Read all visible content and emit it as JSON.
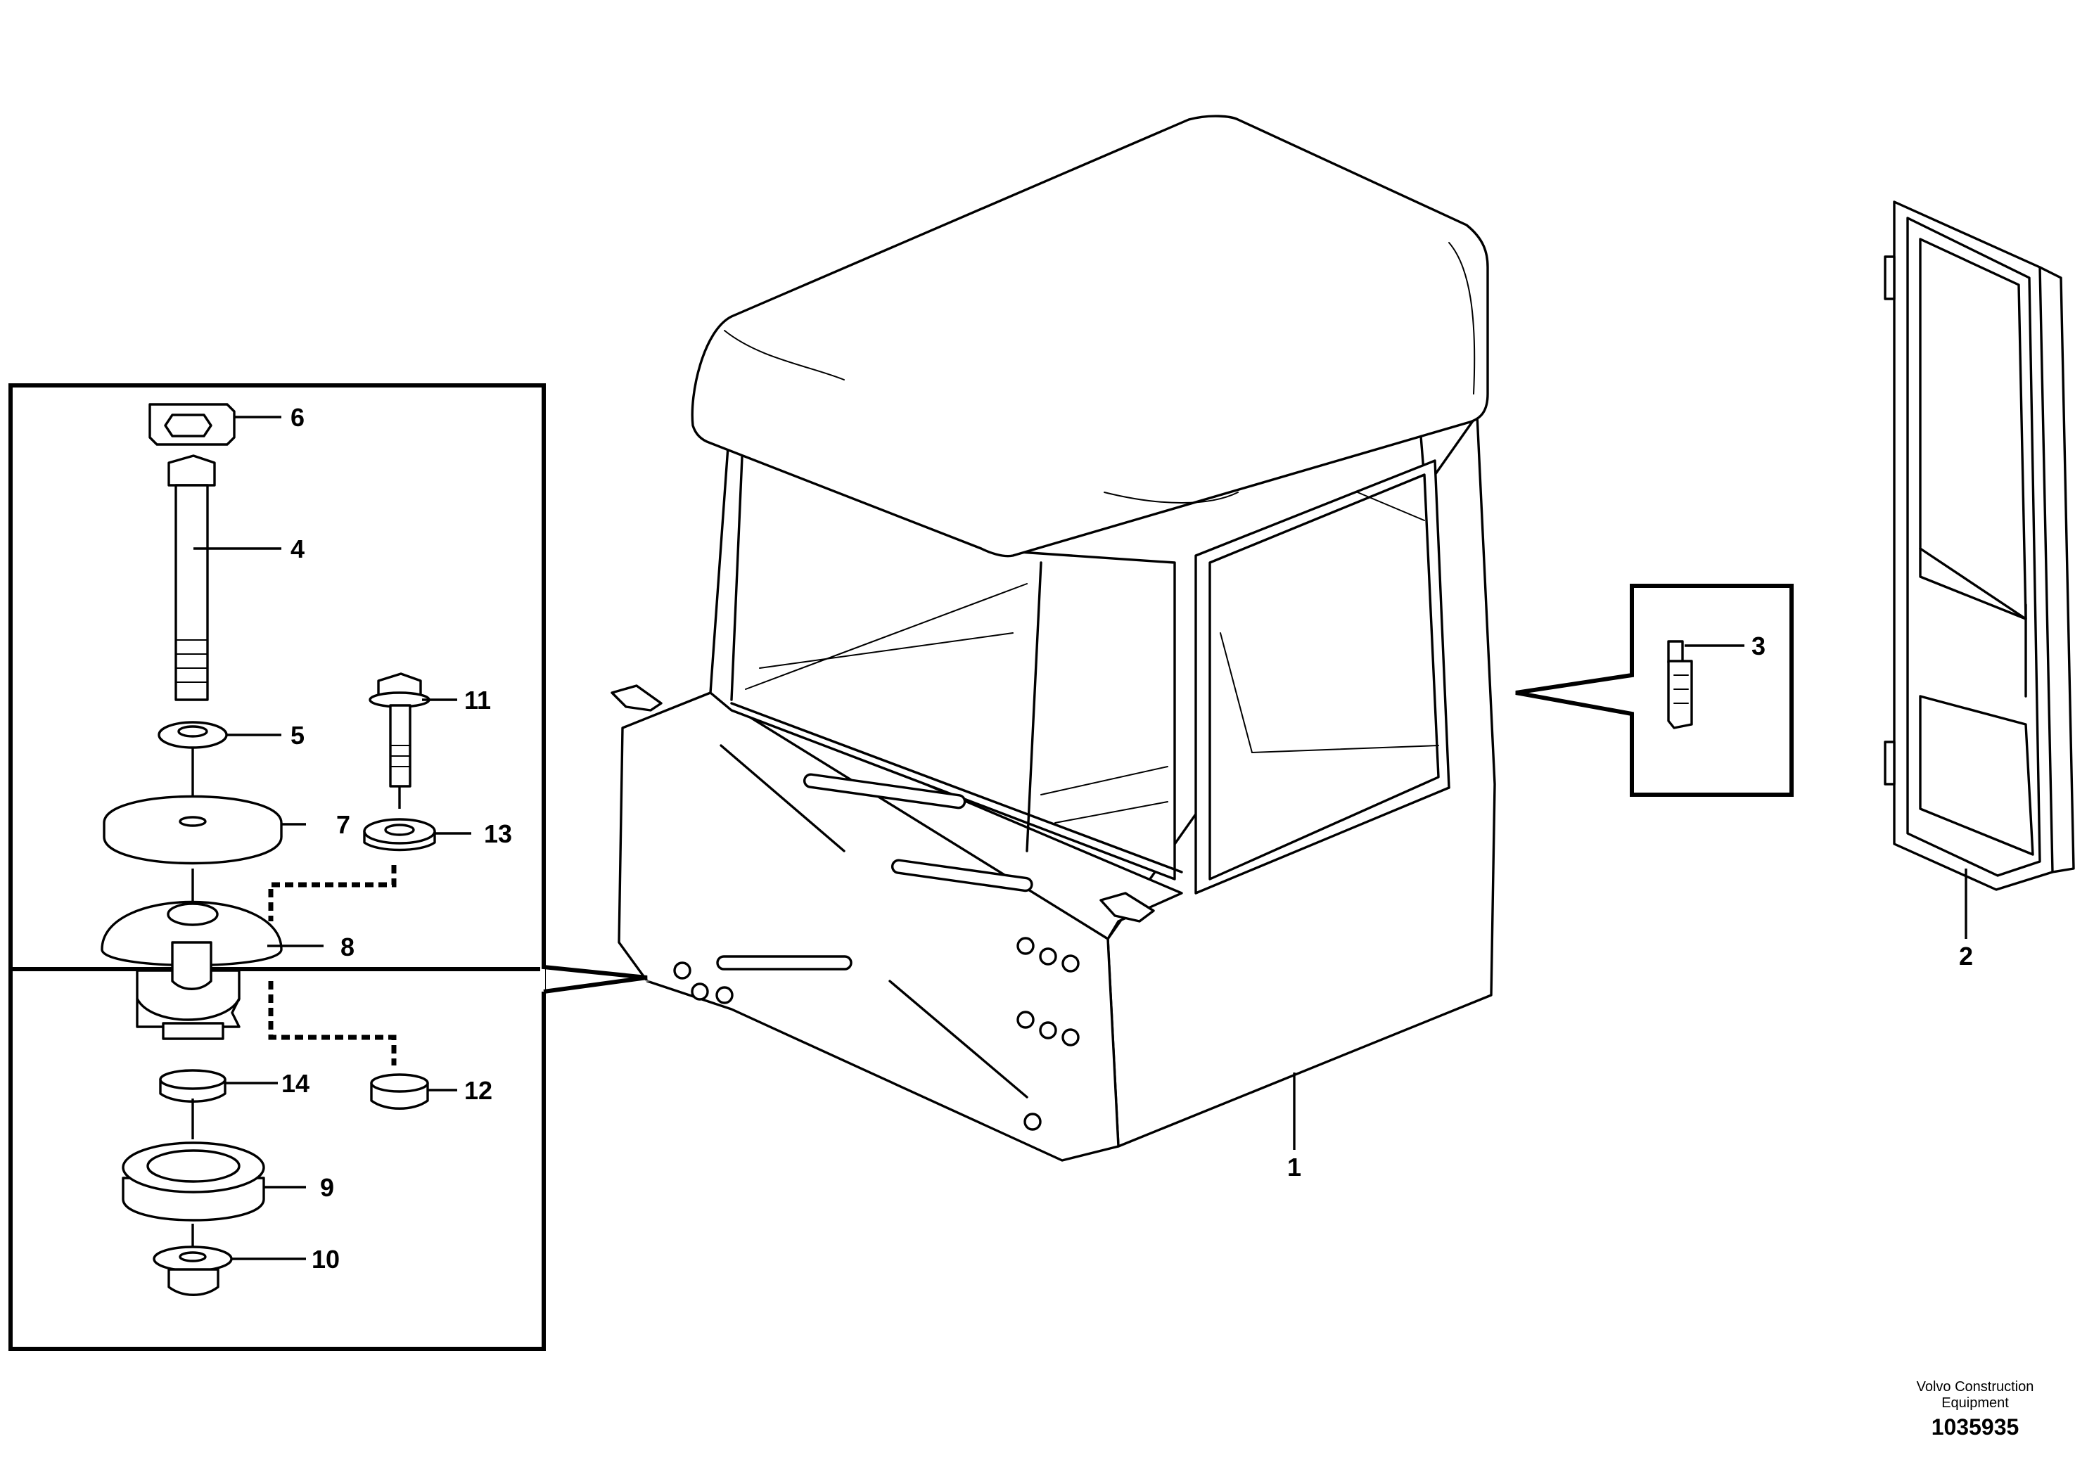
{
  "callouts": [
    {
      "number": "1",
      "part": "cab"
    },
    {
      "number": "2",
      "part": "door"
    },
    {
      "number": "3",
      "part": "hinge"
    },
    {
      "number": "4",
      "part": "bolt"
    },
    {
      "number": "5",
      "part": "washer"
    },
    {
      "number": "6",
      "part": "cap"
    },
    {
      "number": "7",
      "part": "plate"
    },
    {
      "number": "8",
      "part": "rubber-mount"
    },
    {
      "number": "9",
      "part": "bushing"
    },
    {
      "number": "10",
      "part": "flange-nut"
    },
    {
      "number": "11",
      "part": "flange-screw"
    },
    {
      "number": "12",
      "part": "nut"
    },
    {
      "number": "13",
      "part": "washer"
    },
    {
      "number": "14",
      "part": "spacer"
    }
  ],
  "footer": {
    "company_line1": "Volvo Construction",
    "company_line2": "Equipment",
    "document_number": "1035935"
  }
}
